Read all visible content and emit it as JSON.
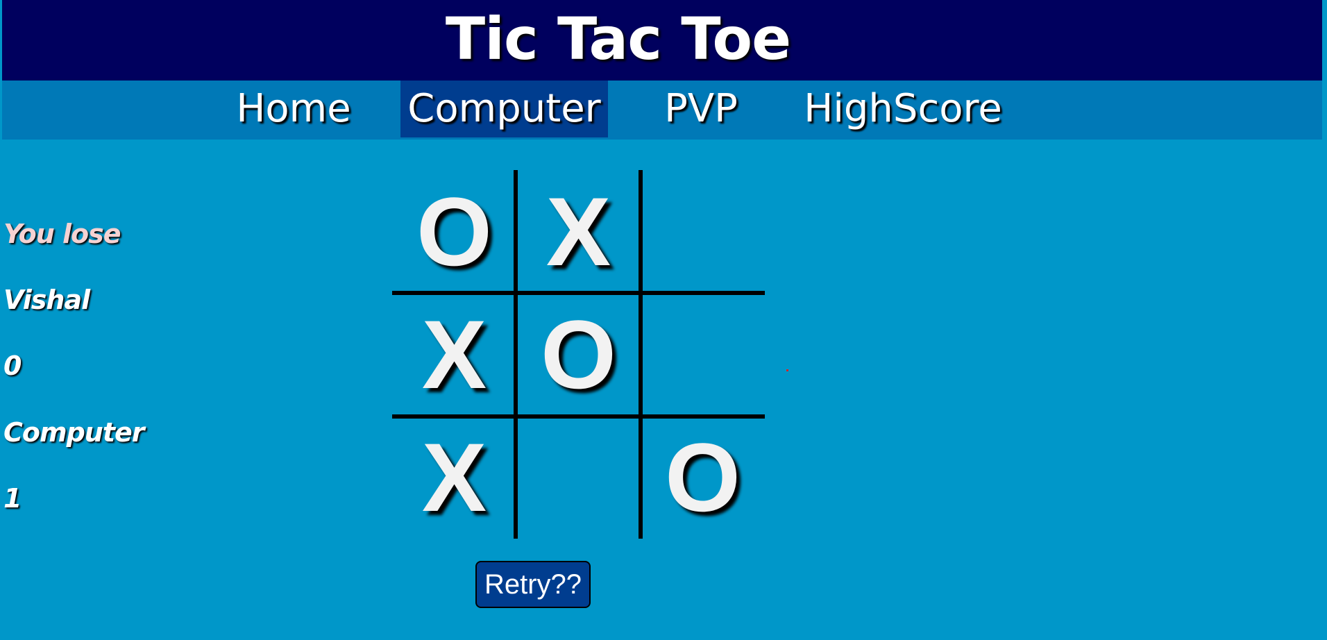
{
  "header": {
    "title": "Tic Tac Toe"
  },
  "nav": {
    "items": [
      {
        "label": "Home",
        "active": false
      },
      {
        "label": "Computer",
        "active": true
      },
      {
        "label": "PVP",
        "active": false
      },
      {
        "label": "HighScore",
        "active": false
      }
    ]
  },
  "score_panel": {
    "result": "You lose",
    "player_name": "Vishal",
    "player_score": "0",
    "opponent_name": "Computer",
    "opponent_score": "1"
  },
  "board": {
    "cells": [
      "O",
      "X",
      "",
      "X",
      "O",
      "",
      "X",
      "",
      "O"
    ]
  },
  "retry_button": {
    "label": "Retry??"
  },
  "colors": {
    "page_background": "#0097c9",
    "title_bar": "#00005e",
    "nav_bar": "#0079b7",
    "nav_active": "#003d8f",
    "result_text": "#f5d2d2",
    "button_background": "#003d8f"
  }
}
